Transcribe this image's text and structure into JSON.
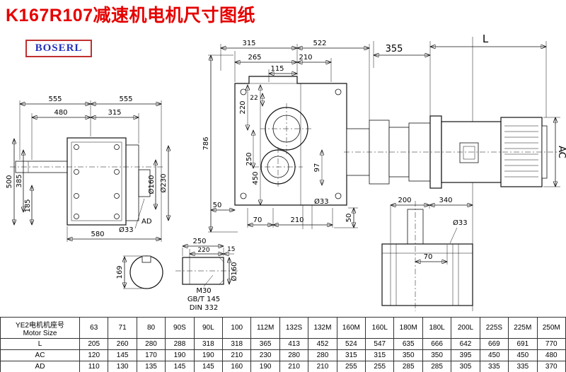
{
  "page": {
    "title": "K167R107减速机电机尺寸图纸",
    "brand": "BOSERL"
  },
  "colors": {
    "title_red": "#e60000",
    "brand_blue": "#2230bb",
    "brand_border_red": "#c03030",
    "line_black": "#111111"
  },
  "dims": {
    "side": {
      "d555a": "555",
      "d555b": "555",
      "d480": "480",
      "d315": "315",
      "d500": "500",
      "d385": "385",
      "d185": "185",
      "d580": "580",
      "d33": "Ø33",
      "dAD": "AD",
      "d160": "Ø160",
      "d230": "Ø230"
    },
    "front": {
      "d315": "315",
      "d522": "522",
      "d265": "265",
      "d210": "210",
      "d115": "115",
      "d786": "786",
      "d22": "22",
      "d220": "220",
      "d250": "250",
      "d450": "450",
      "d97": "97",
      "d50a": "50",
      "d33": "Ø33",
      "d70": "70",
      "d210b": "210",
      "d50b": "50"
    },
    "assembly": {
      "d355": "355",
      "dL": "L",
      "dAC": "AC"
    },
    "shaft": {
      "d250": "250",
      "d220": "220",
      "d15": "15",
      "d169": "169",
      "d160": "Ø160",
      "thread1": "M30",
      "thread2": "GB/T 145",
      "thread3": "DIN 332"
    },
    "bottom": {
      "d200": "200",
      "d340": "340",
      "d70": "70",
      "d33": "Ø33"
    }
  },
  "table": {
    "header_cn": "YE2电机机座号",
    "header_en": "Motor Size",
    "columns": [
      "63",
      "71",
      "80",
      "90S",
      "90L",
      "100",
      "112M",
      "132S",
      "132M",
      "160M",
      "160L",
      "180M",
      "180L",
      "200L",
      "225S",
      "225M",
      "250M"
    ],
    "rows": [
      {
        "label": "L",
        "values": [
          "205",
          "260",
          "280",
          "288",
          "318",
          "318",
          "365",
          "413",
          "452",
          "524",
          "547",
          "635",
          "666",
          "642",
          "669",
          "691",
          "770"
        ]
      },
      {
        "label": "AC",
        "values": [
          "120",
          "145",
          "170",
          "190",
          "190",
          "210",
          "230",
          "280",
          "280",
          "315",
          "315",
          "350",
          "350",
          "395",
          "450",
          "450",
          "480"
        ]
      },
      {
        "label": "AD",
        "values": [
          "110",
          "130",
          "135",
          "145",
          "145",
          "160",
          "190",
          "210",
          "210",
          "255",
          "255",
          "285",
          "285",
          "305",
          "335",
          "335",
          "370"
        ]
      }
    ]
  }
}
